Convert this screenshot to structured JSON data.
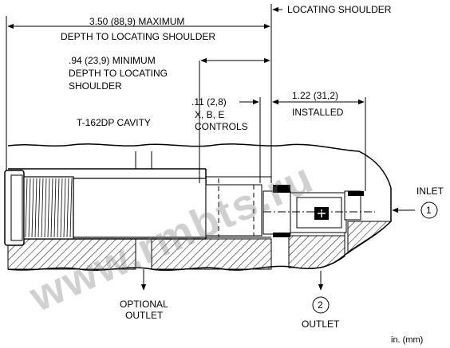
{
  "dimensions": {
    "max_depth_value": "3.50 (88,9) MAXIMUM",
    "max_depth_caption": "DEPTH TO LOCATING SHOULDER",
    "min_depth_value": ".94 (23,9) MINIMUM",
    "min_depth_caption_1": "DEPTH TO LOCATING",
    "min_depth_caption_2": "SHOULDER",
    "controls_value": ".11 (2,8)",
    "controls_caption_1": "X, B, E",
    "controls_caption_2": "CONTROLS",
    "installed_value": "1.22 (31,2)",
    "installed_caption": "INSTALLED"
  },
  "labels": {
    "locating_shoulder": "LOCATING SHOULDER",
    "cavity": "T-162DP CAVITY",
    "inlet": "INLET",
    "inlet_port": "1",
    "optional_outlet_1": "OPTIONAL",
    "optional_outlet_2": "OUTLET",
    "outlet": "OUTLET",
    "outlet_port": "2",
    "units": "in. (mm)"
  },
  "watermark": {
    "text": "www.rmbts.ru"
  },
  "colors": {
    "line": "#000000",
    "background": "#ffffff",
    "watermark": "#7a7a7a"
  }
}
